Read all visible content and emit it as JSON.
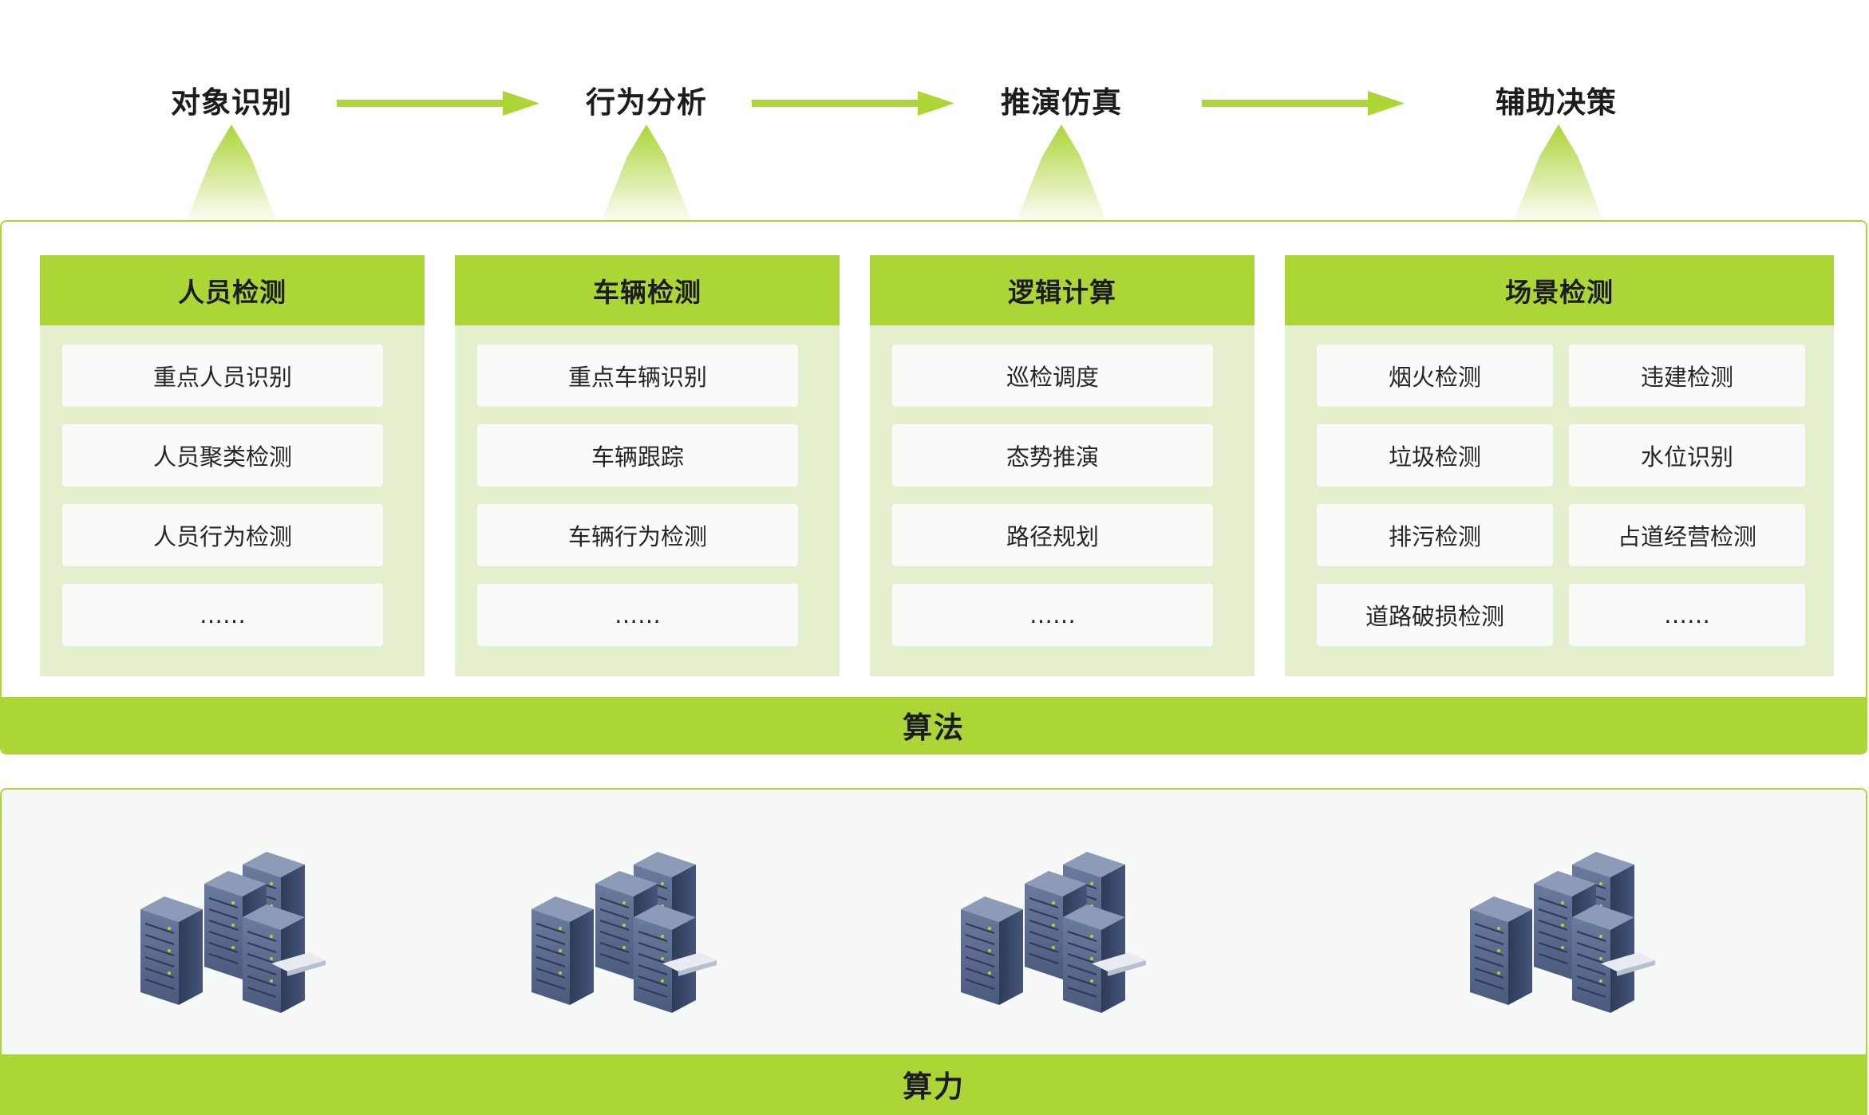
{
  "flow": {
    "stages": [
      "对象识别",
      "行为分析",
      "推演仿真",
      "辅助决策"
    ]
  },
  "algorithm": {
    "label": "算法",
    "columns": [
      {
        "title": "人员检测",
        "items": [
          "重点人员识别",
          "人员聚类检测",
          "人员行为检测",
          "……"
        ]
      },
      {
        "title": "车辆检测",
        "items": [
          "重点车辆识别",
          "车辆跟踪",
          "车辆行为检测",
          "……"
        ]
      },
      {
        "title": "逻辑计算",
        "items": [
          "巡检调度",
          "态势推演",
          "路径规划",
          "……"
        ]
      },
      {
        "title": "场景检测",
        "items": [
          "烟火检测",
          "违建检测",
          "垃圾检测",
          "水位识别",
          "排污检测",
          "占道经营检测",
          "道路破损检测",
          "……"
        ]
      }
    ]
  },
  "compute": {
    "label": "算力",
    "servers": [
      "server-rack-icon",
      "server-rack-icon",
      "server-rack-icon",
      "server-rack-icon"
    ]
  },
  "colors": {
    "accent": "#acd536",
    "column_bg": "#e4efcd",
    "server_body": "#3b4a6b",
    "server_front": "#5b6b8b"
  }
}
